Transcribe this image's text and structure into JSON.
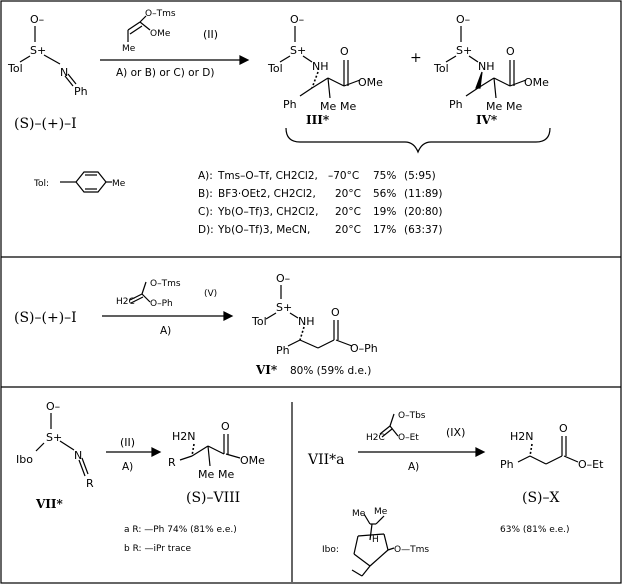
{
  "top_reaction": {
    "reagent_label": "(II)",
    "conditions": "A) or B) or C) or D)",
    "start_compound": "(S)–(+)–I",
    "product_1": "III*",
    "product_2": "IV*",
    "plus": "+",
    "tol_definition": "Tol:",
    "tol_me": "Me",
    "table": [
      {
        "cond": "A):",
        "reagents": "Tms–O–Tf, CH2Cl2,",
        "temp": "–70°C",
        "yield": "75%",
        "ratio": "(5:95)"
      },
      {
        "cond": "B):",
        "reagents": "BF3·OEt2,  CH2Cl2,",
        "temp": "20°C",
        "yield": "56%",
        "ratio": "(11:89)"
      },
      {
        "cond": "C):",
        "reagents": "Yb(O–Tf)3, CH2Cl2,",
        "temp": "20°C",
        "yield": "19%",
        "ratio": "(20:80)"
      },
      {
        "cond": "D):",
        "reagents": "Yb(O–Tf)3, MeCN,",
        "temp": "20°C",
        "yield": "17%",
        "ratio": "(63:37)"
      }
    ]
  },
  "middle_reaction": {
    "start_compound": "(S)–(+)–I",
    "reagent_label": "(V)",
    "conditions": "A)",
    "product": "VI*",
    "product_yield": "80% (59% d.e.)"
  },
  "bottom_left": {
    "start_compound": "VII*",
    "reagent_label": "(II)",
    "conditions": "A)",
    "product": "(S)–VIII",
    "entry_a": "a R: —Ph   74% (81% e.e.)",
    "entry_b": "b R: —iPr  trace"
  },
  "bottom_right": {
    "start_compound": "VII*a",
    "reagent_label": "(IX)",
    "conditions": "A)",
    "product": "(S)–X",
    "product_yield": "63% (81% e.e.)",
    "ibo_label": "Ibo:"
  },
  "atoms": {
    "O_minus": "O–",
    "S_plus": "S+",
    "Tol": "Tol",
    "N": "N",
    "NH": "NH",
    "Ph": "Ph",
    "Me": "Me",
    "OMe": "OMe",
    "O": "O",
    "OTms": "O–Tms",
    "OTbs": "O–Tbs",
    "OPh": "O–Ph",
    "OEt": "O–Et",
    "OEt2": "OEt",
    "Ibo": "Ibo",
    "H2N": "H2N",
    "R": "R",
    "H2C": "H2C",
    "H": "H",
    "Tms_end": "O—Tms"
  }
}
